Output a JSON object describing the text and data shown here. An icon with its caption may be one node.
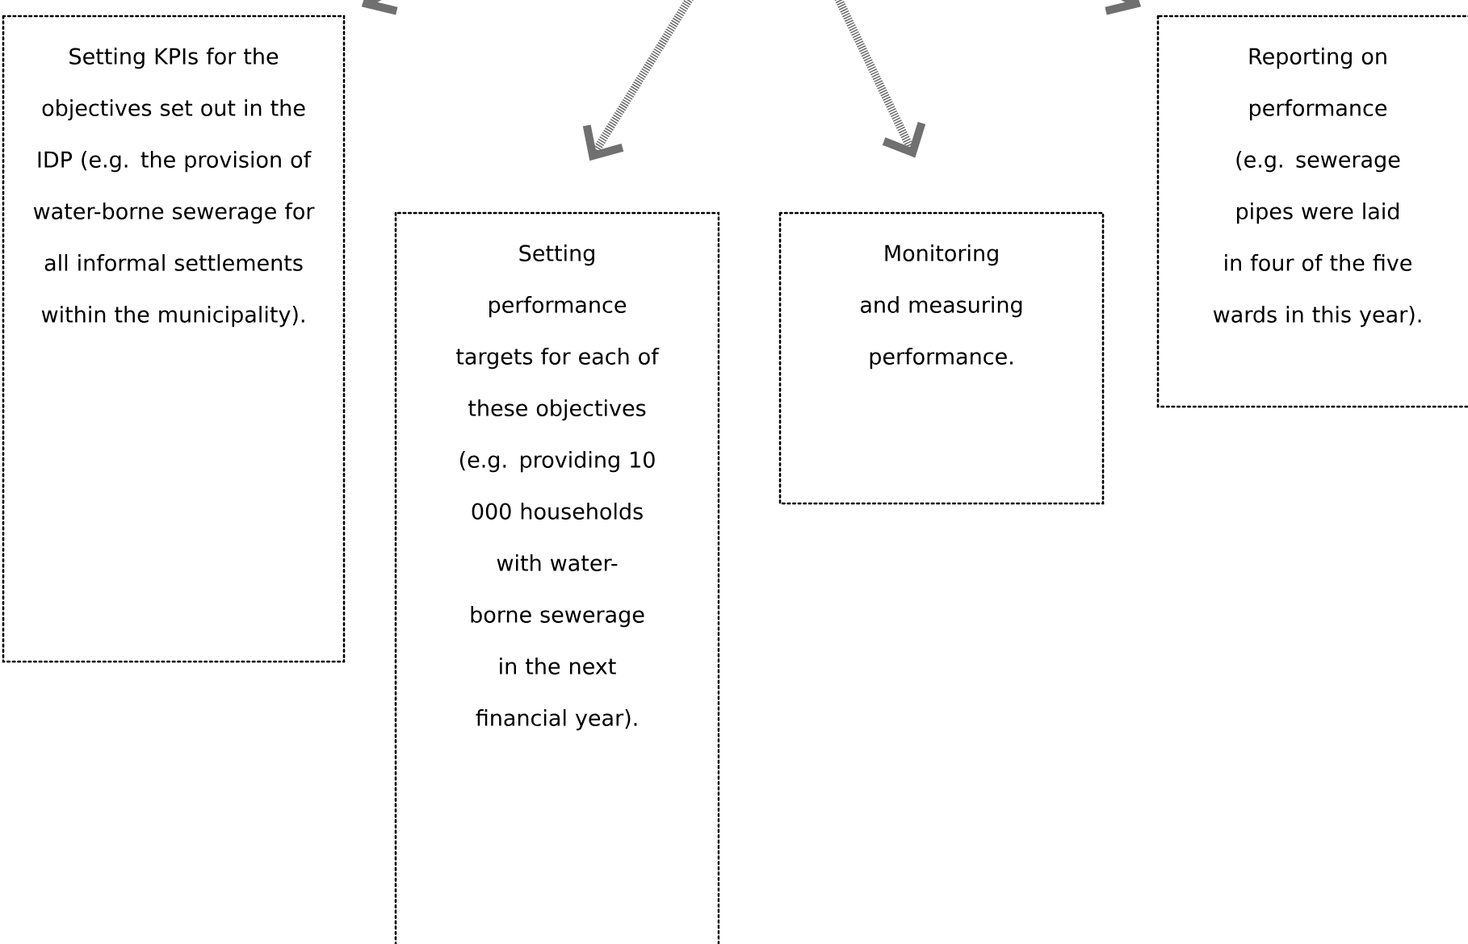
{
  "diagram": {
    "nodes": [
      {
        "text": [
          "Setting KPIs for the objectives set out in the IDP (e.g. the provision of water-borne sewerage for all informal settlements within the municipality)."
        ]
      },
      {
        "text": [
          "Setting performance targets for each of these objectives (e.g. providing 10 000 households with water-borne sewerage in the next financial year)."
        ]
      },
      {
        "text": [
          "Monitoring and measuring performance."
        ]
      },
      {
        "text": [
          "Reporting on performance (e.g. sewerage pipes were laid in four of the five wards in this year)."
        ]
      }
    ],
    "edges": [
      {
        "from": null,
        "to": 0,
        "arrow": "to"
      },
      {
        "from": null,
        "to": 1,
        "arrow": "to",
        "style": "dashed"
      },
      {
        "from": null,
        "to": 2,
        "arrow": "to",
        "style": "dashed"
      },
      {
        "from": null,
        "to": 3,
        "arrow": "to"
      }
    ]
  }
}
